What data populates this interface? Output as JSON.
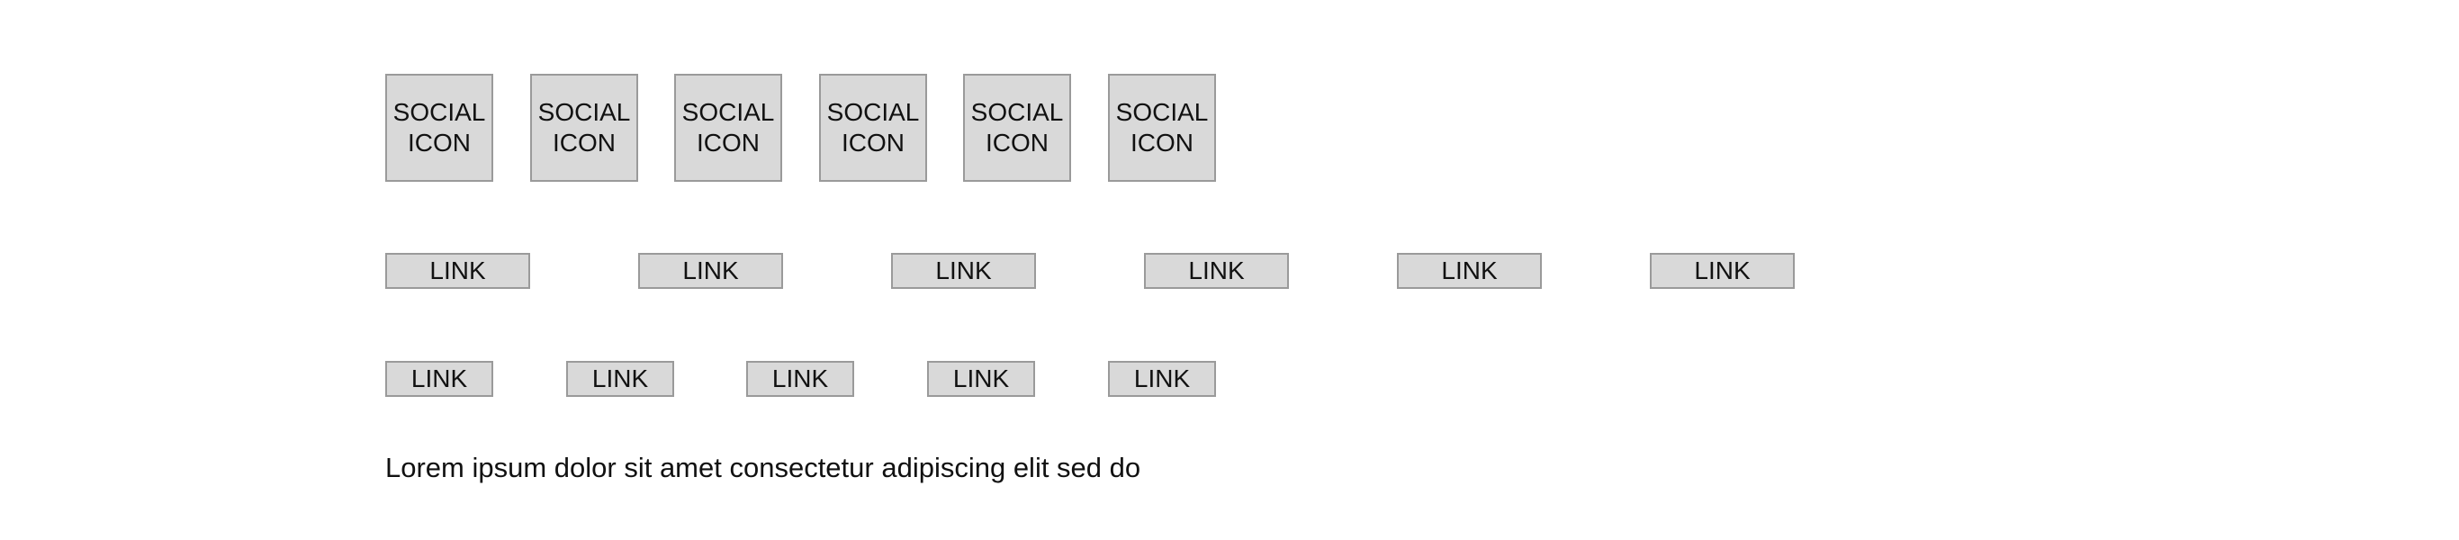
{
  "social_icons": [
    {
      "label": "SOCIAL\nICON"
    },
    {
      "label": "SOCIAL\nICON"
    },
    {
      "label": "SOCIAL\nICON"
    },
    {
      "label": "SOCIAL\nICON"
    },
    {
      "label": "SOCIAL\nICON"
    },
    {
      "label": "SOCIAL\nICON"
    }
  ],
  "primary_links": [
    {
      "label": "LINK"
    },
    {
      "label": "LINK"
    },
    {
      "label": "LINK"
    },
    {
      "label": "LINK"
    },
    {
      "label": "LINK"
    },
    {
      "label": "LINK"
    }
  ],
  "secondary_links": [
    {
      "label": "LINK"
    },
    {
      "label": "LINK"
    },
    {
      "label": "LINK"
    },
    {
      "label": "LINK"
    },
    {
      "label": "LINK"
    }
  ],
  "footer": {
    "text": "Lorem ipsum dolor sit amet consectetur adipiscing elit sed do"
  }
}
